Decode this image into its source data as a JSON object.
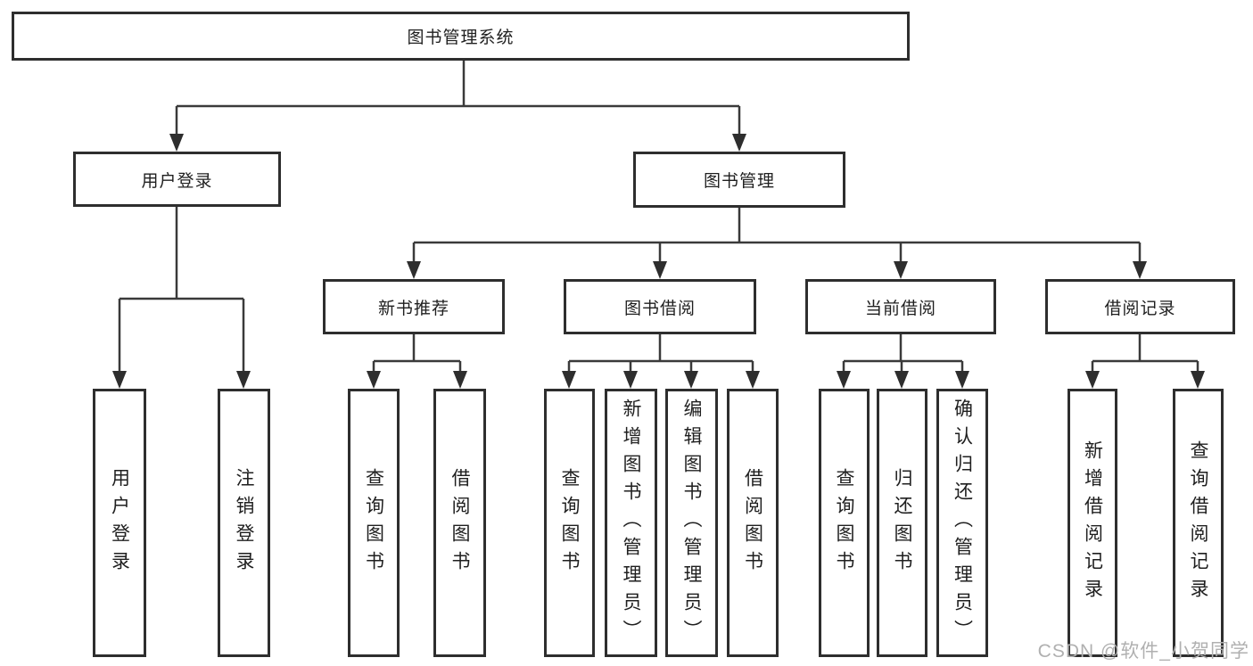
{
  "tree": {
    "label": "图书管理系统",
    "children": [
      {
        "label": "用户登录",
        "children": [
          {
            "label": "用户登录"
          },
          {
            "label": "注销登录"
          }
        ]
      },
      {
        "label": "图书管理",
        "children": [
          {
            "label": "新书推荐",
            "children": [
              {
                "label": "查询图书"
              },
              {
                "label": "借阅图书"
              }
            ]
          },
          {
            "label": "图书借阅",
            "children": [
              {
                "label": "查询图书"
              },
              {
                "label": "新增图书（管理员）"
              },
              {
                "label": "编辑图书（管理员）"
              },
              {
                "label": "借阅图书"
              }
            ]
          },
          {
            "label": "当前借阅",
            "children": [
              {
                "label": "查询图书"
              },
              {
                "label": "归还图书"
              },
              {
                "label": "确认归还（管理员）"
              }
            ]
          },
          {
            "label": "借阅记录",
            "children": [
              {
                "label": "新增借阅记录"
              },
              {
                "label": "查询借阅记录"
              }
            ]
          }
        ]
      }
    ]
  },
  "watermark": {
    "text": "CSDN @软件_小贺同学"
  },
  "colors": {
    "line": "#3a3a3a",
    "arrow": "#2e2e2e",
    "box_border": "#2e2e2e",
    "text": "#1f1f1f",
    "watermark": "#b0b0b0"
  }
}
